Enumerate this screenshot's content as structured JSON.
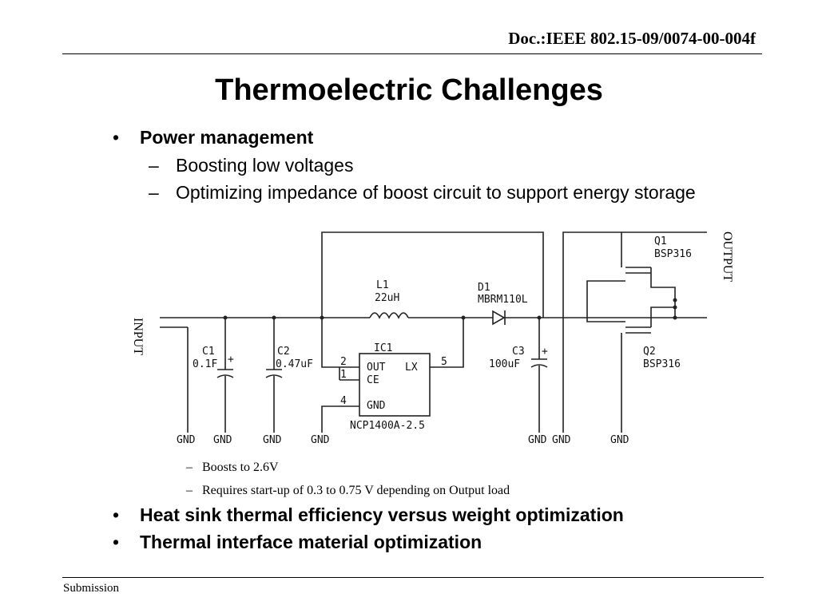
{
  "header": {
    "doc_id": "Doc.:IEEE 802.15-09/0074-00-004f"
  },
  "title": "Thermoelectric Challenges",
  "bullets": {
    "power": "Power management",
    "boost_low": "Boosting low voltages",
    "optimize": "Optimizing impedance of boost circuit to support energy storage",
    "boosts_to": "Boosts to 2.6V",
    "startup": "Requires start-up of 0.3 to 0.75 V depending on Output load",
    "heat_sink": "Heat sink thermal efficiency versus weight optimization",
    "tim": "Thermal interface material optimization"
  },
  "bullet_glyphs": {
    "bullet": "•",
    "dash": "–"
  },
  "schematic": {
    "input_label": "INPUT",
    "output_label": "OUTPUT",
    "l1_name": "L1",
    "l1_value": "22uH",
    "d1_name": "D1",
    "d1_value": "MBRM110L",
    "ic1_name": "IC1",
    "ic1_part": "NCP1400A-2.5",
    "ic1_out": "OUT",
    "ic1_ce": "CE",
    "ic1_gnd": "GND",
    "ic1_lx": "LX",
    "pin2": "2",
    "pin1": "1",
    "pin4": "4",
    "pin5": "5",
    "c1_name": "C1",
    "c1_value": "0.1F",
    "c2_name": "C2",
    "c2_value": "0.47uF",
    "c3_name": "C3",
    "c3_value": "100uF",
    "q1_name": "Q1",
    "q1_part": "BSP316",
    "q2_name": "Q2",
    "q2_part": "BSP316",
    "gnd": "GND",
    "plus": "+"
  },
  "footer": "Submission"
}
